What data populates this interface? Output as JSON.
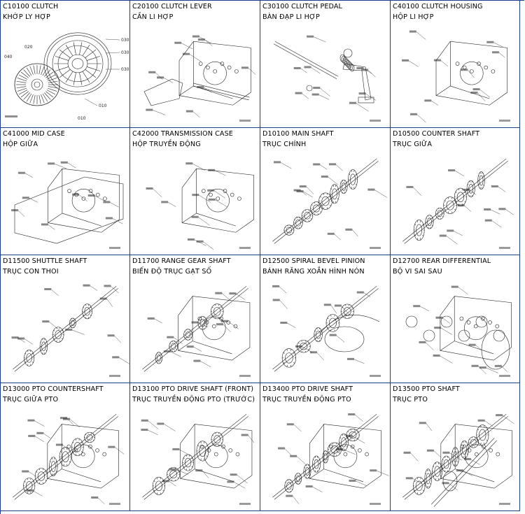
{
  "cells": [
    {
      "code": "C10100 CLUTCH",
      "name": "KHỚP LY HỢP",
      "diagram": "clutch-assembly"
    },
    {
      "code": "C20100 CLUTCH LEVER",
      "name": "CẦN LI HỢP",
      "diagram": "clutch-lever"
    },
    {
      "code": "C30100 CLUTCH PEDAL",
      "name": "BÀN ĐẠP LI HỢP",
      "diagram": "clutch-pedal"
    },
    {
      "code": "C40100 CLUTCH HOUSING",
      "name": "HỘP LI HỢP",
      "diagram": "clutch-housing"
    },
    {
      "code": "C41000 MID CASE",
      "name": "HỘP GIỮA",
      "diagram": "mid-case"
    },
    {
      "code": "C42000 TRANSMISSION CASE",
      "name": "HỘP TRUYỀN ĐỘNG",
      "diagram": "transmission-case"
    },
    {
      "code": "D10100 MAIN SHAFT",
      "name": "TRỤC CHÍNH",
      "diagram": "main-shaft"
    },
    {
      "code": "D10500 COUNTER SHAFT",
      "name": "TRỤC GIỮA",
      "diagram": "counter-shaft"
    },
    {
      "code": "D11500 SHUTTLE SHAFT",
      "name": "TRỤC CON THOI",
      "diagram": "shuttle-shaft"
    },
    {
      "code": "D11700 RANGE GEAR SHAFT",
      "name": "BIẾN ĐỘ TRỤC GẠT SỐ",
      "diagram": "range-gear-shaft"
    },
    {
      "code": "D12500 SPIRAL BEVEL PINION",
      "name": "BÁNH RĂNG XOẮN HÌNH NÓN",
      "diagram": "spiral-bevel-pinion"
    },
    {
      "code": "D12700 REAR DIFFERENTIAL",
      "name": "BỘ VI SAI SAU",
      "diagram": "rear-differential"
    },
    {
      "code": "D13000 PTO COUNTERSHAFT",
      "name": "TRỤC GIỮA PTO",
      "diagram": "pto-countershaft"
    },
    {
      "code": "D13100 PTO DRIVE SHAFT (FRONT)",
      "name": "TRỤC TRUYỀN ĐỘNG PTO (TRƯỚC)",
      "diagram": "pto-drive-shaft-front"
    },
    {
      "code": "D13400 PTO DRIVE SHAFT",
      "name": "TRỤC TRUYỀN ĐỘNG PTO",
      "diagram": "pto-drive-shaft"
    },
    {
      "code": "D13500 PTO SHAFT",
      "name": "TRỤC PTO",
      "diagram": "pto-shaft"
    }
  ],
  "clutch_callouts": [
    "040",
    "020",
    "030",
    "030",
    "030",
    "010",
    "010"
  ],
  "colors": {
    "border": "#1c3f8a",
    "ink": "#222222",
    "text": "#000000"
  }
}
